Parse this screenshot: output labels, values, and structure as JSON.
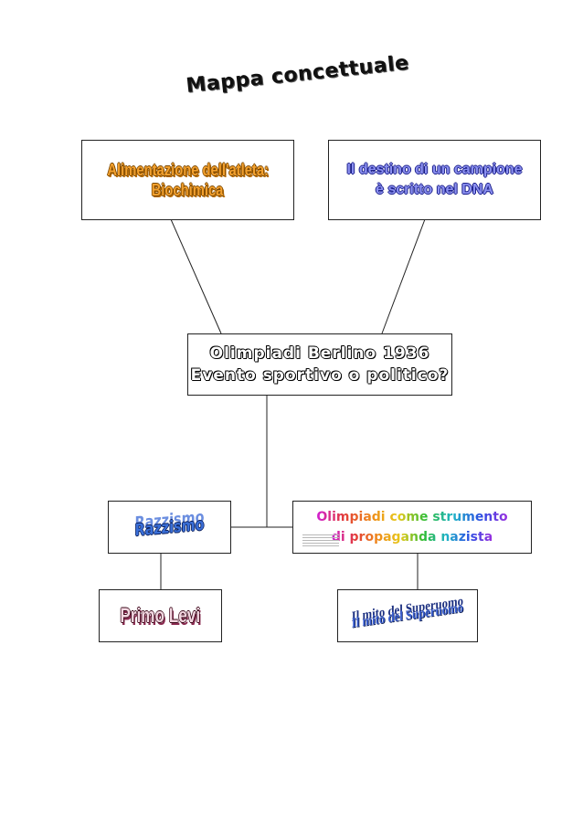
{
  "title": "Mappa concettuale",
  "nodes": {
    "alimentazione": {
      "line1": "Alimentazione dell'atleta:",
      "line2": "Biochimica"
    },
    "destino": {
      "line1": "Il destino di un campione",
      "line2": "è scritto nel DNA"
    },
    "olimpiadi": {
      "line1": "Olimpiadi Berlino 1936",
      "line2": "Evento sportivo o politico?"
    },
    "razzismo": {
      "label": "Razzismo"
    },
    "propaganda": {
      "line1": "Olimpiadi come strumento",
      "line2": "di propaganda nazista"
    },
    "primo_levi": {
      "label": "Primo Levi"
    },
    "superuomo": {
      "label": "Il mito del Superuomo"
    }
  },
  "colors": {
    "line": "#222222",
    "orange_text": "#f4a12e",
    "blue_text": "#8b90f0",
    "razzismo_text": "#3a6fd8",
    "primo_text": "#f2d6e0",
    "mito_text": "#3a5fd0"
  }
}
